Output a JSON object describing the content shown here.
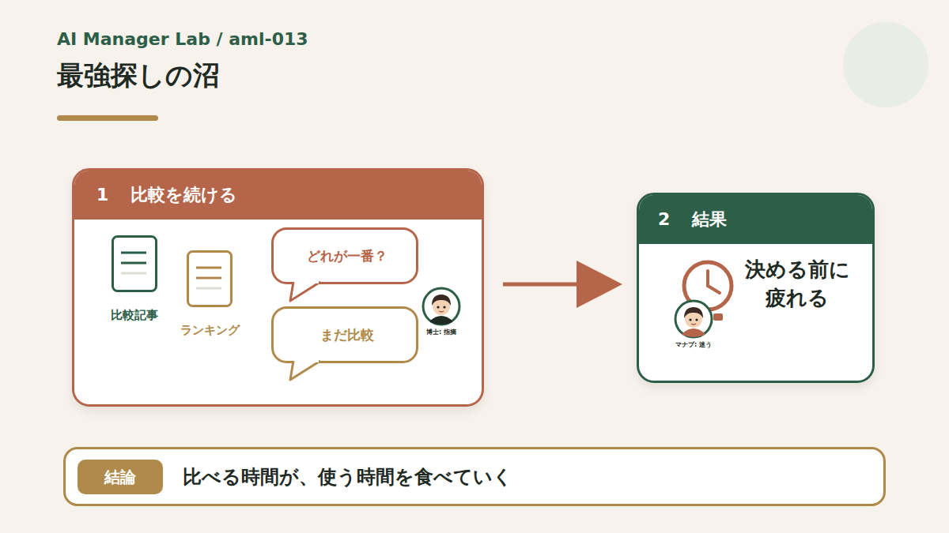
{
  "diagram": {
    "title": "最強探しの沼",
    "nodes": [
      {
        "text": [
          "1",
          "比較を続ける"
        ]
      },
      {
        "text": [
          "比較記事"
        ],
        "in": 0
      },
      {
        "text": [
          "ランキング"
        ],
        "in": 0
      },
      {
        "text": [
          "どれが一番？"
        ],
        "in": 0
      },
      {
        "text": [
          "まだ比較"
        ],
        "in": 0
      },
      {
        "text": [
          "博士: 指摘"
        ],
        "in": 0
      },
      {
        "text": [
          "2",
          "結果",
          "決める前に 疲れる"
        ]
      },
      {
        "text": [
          "マナブ: 迷う"
        ],
        "in": 6
      },
      {
        "text": [
          "比べる時間が、使う時間を食べていく"
        ]
      },
      {
        "text": [
          "結論"
        ],
        "in": 8
      }
    ],
    "edges": [
      {
        "from": 0,
        "to": 6,
        "arrow": "to"
      }
    ],
    "labels": [
      "AI Manager Lab / aml-013"
    ]
  }
}
